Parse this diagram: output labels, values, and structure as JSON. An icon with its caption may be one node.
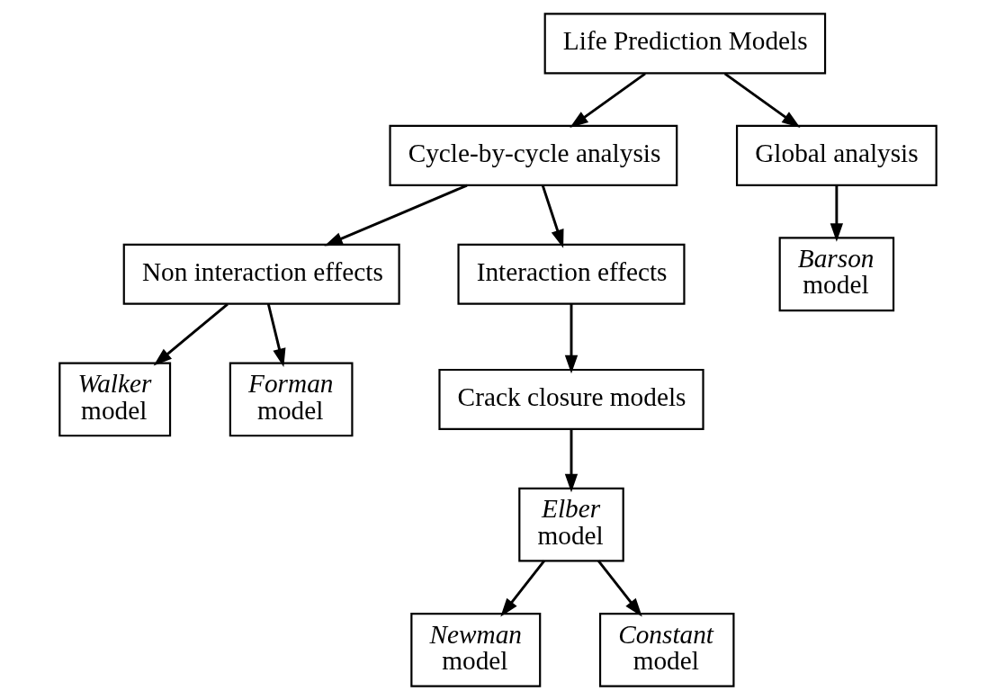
{
  "diagram": {
    "nodes": [
      {
        "text": [
          "Life Prediction Models"
        ]
      },
      {
        "text": [
          "Cycle-by-cycle analysis"
        ]
      },
      {
        "text": [
          "Global analysis"
        ]
      },
      {
        "text": [
          "*Barson* model"
        ]
      },
      {
        "text": [
          "Non interaction effects"
        ]
      },
      {
        "text": [
          "Interaction effects"
        ]
      },
      {
        "text": [
          "Crack closure models"
        ]
      },
      {
        "text": [
          "*Walker* model"
        ]
      },
      {
        "text": [
          "*Forman* model"
        ]
      },
      {
        "text": [
          "*Elber* model"
        ]
      },
      {
        "text": [
          "*Newman* model"
        ]
      },
      {
        "text": [
          "*Constant* model"
        ]
      }
    ],
    "edges": [
      {
        "from": 0,
        "to": 1,
        "arrow": "to"
      },
      {
        "from": 0,
        "to": 2,
        "arrow": "to"
      },
      {
        "from": 2,
        "to": 3,
        "arrow": "to"
      },
      {
        "from": 1,
        "to": 4,
        "arrow": "to"
      },
      {
        "from": 1,
        "to": 5,
        "arrow": "to"
      },
      {
        "from": 5,
        "to": 6,
        "arrow": "to"
      },
      {
        "from": 4,
        "to": 7,
        "arrow": "to"
      },
      {
        "from": 4,
        "to": 8,
        "arrow": "to"
      },
      {
        "from": 6,
        "to": 9,
        "arrow": "to"
      },
      {
        "from": 9,
        "to": 10,
        "arrow": "to"
      },
      {
        "from": 9,
        "to": 11,
        "arrow": "to"
      }
    ]
  }
}
